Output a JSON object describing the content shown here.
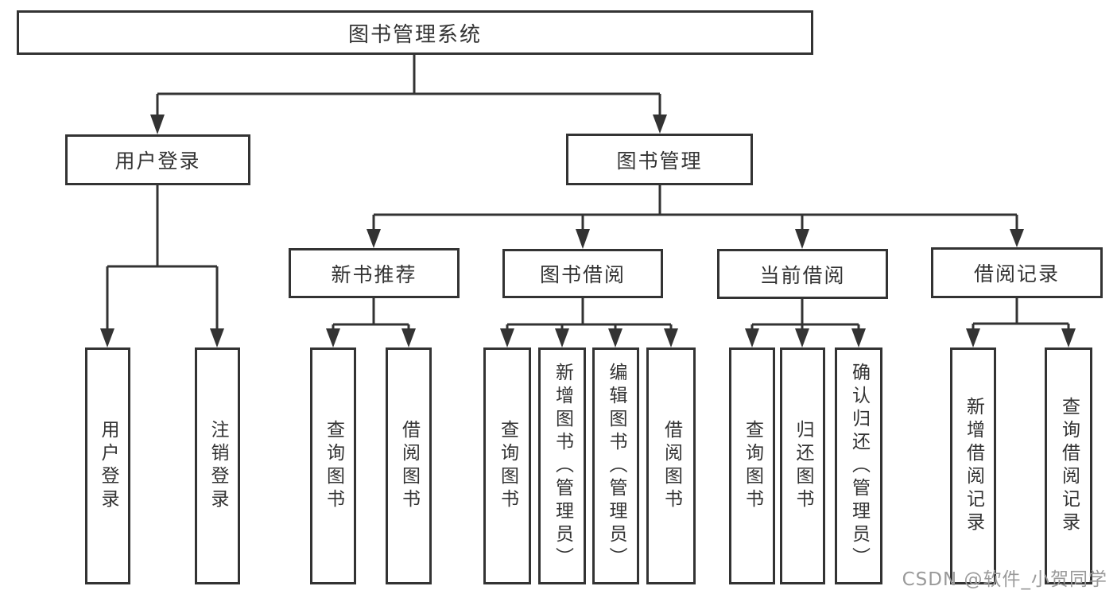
{
  "diagram": {
    "title": "图书管理系统",
    "colors": {
      "line": "#333333",
      "text": "#333333",
      "watermark": "#9a9a9a",
      "background": "#ffffff"
    },
    "nodes": {
      "root": {
        "label": "图书管理系统"
      },
      "userLogin": {
        "label": "用户登录"
      },
      "bookMgmt": {
        "label": "图书管理"
      },
      "login": {
        "label": "用户登录"
      },
      "logout": {
        "label": "注销登录"
      },
      "newBookRec": {
        "label": "新书推荐"
      },
      "bookBorrow": {
        "label": "图书借阅"
      },
      "currentBorrow": {
        "label": "当前借阅"
      },
      "borrowRecord": {
        "label": "借阅记录"
      },
      "queryBook1": {
        "label": "查询图书"
      },
      "borrowBook1": {
        "label": "借阅图书"
      },
      "queryBook2": {
        "label": "查询图书"
      },
      "addBook": {
        "label": "新增图书（管理员）"
      },
      "editBook": {
        "label": "编辑图书（管理员）"
      },
      "borrowBook2": {
        "label": "借阅图书"
      },
      "queryBook3": {
        "label": "查询图书"
      },
      "returnBook": {
        "label": "归还图书"
      },
      "confirmReturn": {
        "label": "确认归还（管理员）"
      },
      "addBorrowRecord": {
        "label": "新增借阅记录"
      },
      "queryBorrowRecord": {
        "label": "查询借阅记录"
      }
    }
  },
  "watermark": "CSDN @软件_小贺同学"
}
